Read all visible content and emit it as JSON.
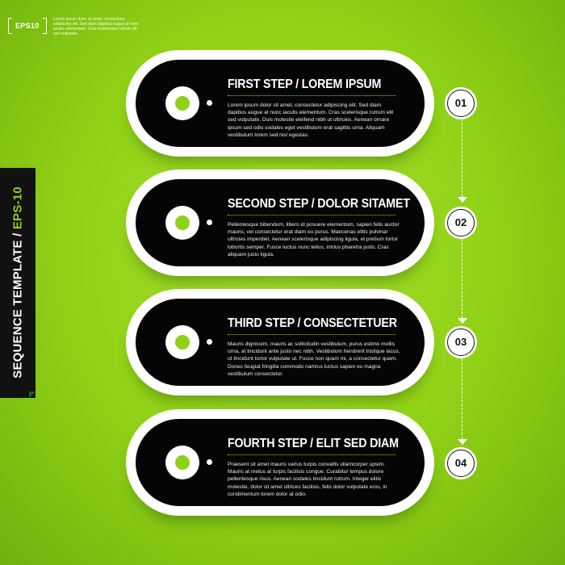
{
  "badge": {
    "label": "EPS10",
    "description": "Lorem ipsum dolor sit amet, consectetur adipiscing elit. Sed diam dapibus augue at nunc iaculis elementum. Cras scelerisque rutrum elit sed vulputate."
  },
  "side_label": {
    "main": "SEQUENCE TEMPLATE",
    "separator": "/",
    "accent": "EPS-10"
  },
  "steps": [
    {
      "title": "FIRST STEP / LOREM IPSUM",
      "number": "01",
      "body": "Lorem ipsum dolor sit amet, consectetur adipiscing elit. Sed diam dapibus augue at nunc iaculis elementum. Cras scelerisque rutrum elit sed vulputate. Duis molestie eleifend nibh ut ultricies. Aenean ornare ipsum sed odio sodales eget vestibulum erat sagittis urna. Aliquam vestibulum lorem sed nisl egestas."
    },
    {
      "title": "SECOND STEP / DOLOR SITAMET",
      "number": "02",
      "body": "Pellentesque bibendum, libero id posuere elementum, sapien felis auctor mauris, vel consectetur erat diam eu purus. Maecenas elitis pulvinar ultricies imperdiet. Aenean scelerisque adipiscing ligula, et pretium tortor lobortis semper. Fusce luctus nunc tellus, intrius pharetra justo. Cras aliquam justo ligula."
    },
    {
      "title": "THIRD STEP / CONSECTETUER",
      "number": "03",
      "body": "Mauris dignissim, mauris ac sollicitudin vestibulum, purus estimo mollis urna, at tincidunt ante justo nec nibh. Vestibulum hendrerit tristique lacus, ut tincidunt tortor vulputate ut. Fusce non quam mi, a consectetur quam. Donec feugiat fringilla commodo namrus luctus sapien eu magna vestibulum consectetur."
    },
    {
      "title": "FOURTH STEP / ELIT SED DIAM",
      "number": "04",
      "body": "Praesent sit amet mauris varius turpis convallis ullamcorper upsim. Mauris at metus at turpis facilisis congue. Curabitur tempus dolore pellentesque risus. Aenean sodales tincidunt rutrum. Integer elitis molestie, dolor sit amet ultrices facilisis, felis dolor vulputate eros, in condimentum lorem dolor at odio."
    }
  ],
  "colors": {
    "background": "#8fd116",
    "card_fill": "#050505",
    "card_border": "#ffffff",
    "accent": "#8fd116"
  }
}
